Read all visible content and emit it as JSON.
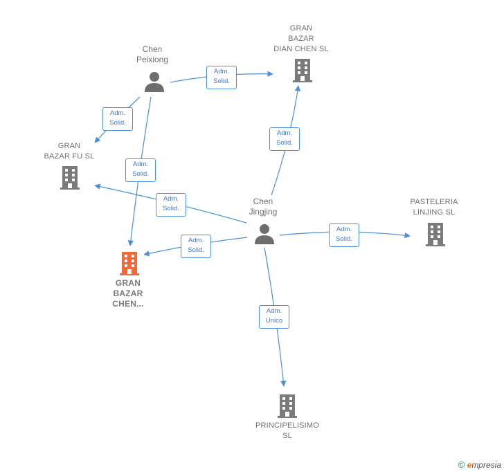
{
  "colors": {
    "edge": "#4a90d9",
    "company": "#7b7b7b",
    "focus_company": "#ef6a3a",
    "person": "#6e6e6e"
  },
  "nodes": {
    "chen_peixiong": {
      "label_line1": "Chen",
      "label_line2": "Peixiong",
      "icon": "person-icon"
    },
    "chen_jingjing": {
      "label_line1": "Chen",
      "label_line2": "Jingjing",
      "icon": "person-icon"
    },
    "gran_bazar_dian_chen": {
      "label_line1": "GRAN",
      "label_line2": "BAZAR",
      "label_line3": "DIAN CHEN SL",
      "icon": "building-icon"
    },
    "gran_bazar_fu": {
      "label_line1": "GRAN",
      "label_line2": "BAZAR FU SL",
      "icon": "building-icon"
    },
    "gran_bazar_chen": {
      "label_line1": "GRAN",
      "label_line2": "BAZAR",
      "label_line3": "CHEN...",
      "icon": "building-icon"
    },
    "pasteleria_linjing": {
      "label_line1": "PASTELERIA",
      "label_line2": "LINJING  SL",
      "icon": "building-icon"
    },
    "principelisimo": {
      "label_line1": "PRINCIPELISIMO",
      "label_line2": "SL",
      "icon": "building-icon"
    }
  },
  "edges": [
    {
      "id": "peixiong-dianchen",
      "line1": "Adm.",
      "line2": "Solid."
    },
    {
      "id": "peixiong-fu",
      "line1": "Adm.",
      "line2": "Solid."
    },
    {
      "id": "peixiong-chen",
      "line1": "Adm.",
      "line2": "Solid."
    },
    {
      "id": "jingjing-fu",
      "line1": "Adm.",
      "line2": "Solid."
    },
    {
      "id": "jingjing-chen",
      "line1": "Adm.",
      "line2": "Solid."
    },
    {
      "id": "jingjing-dianchen",
      "line1": "Adm.",
      "line2": "Solid."
    },
    {
      "id": "jingjing-pasteleria",
      "line1": "Adm.",
      "line2": "Solid."
    },
    {
      "id": "jingjing-principelisimo",
      "line1": "Adm.",
      "line2": "Unico"
    }
  ],
  "footer": {
    "copyright": "©",
    "brand_first": "e",
    "brand_rest": "mpresia"
  }
}
